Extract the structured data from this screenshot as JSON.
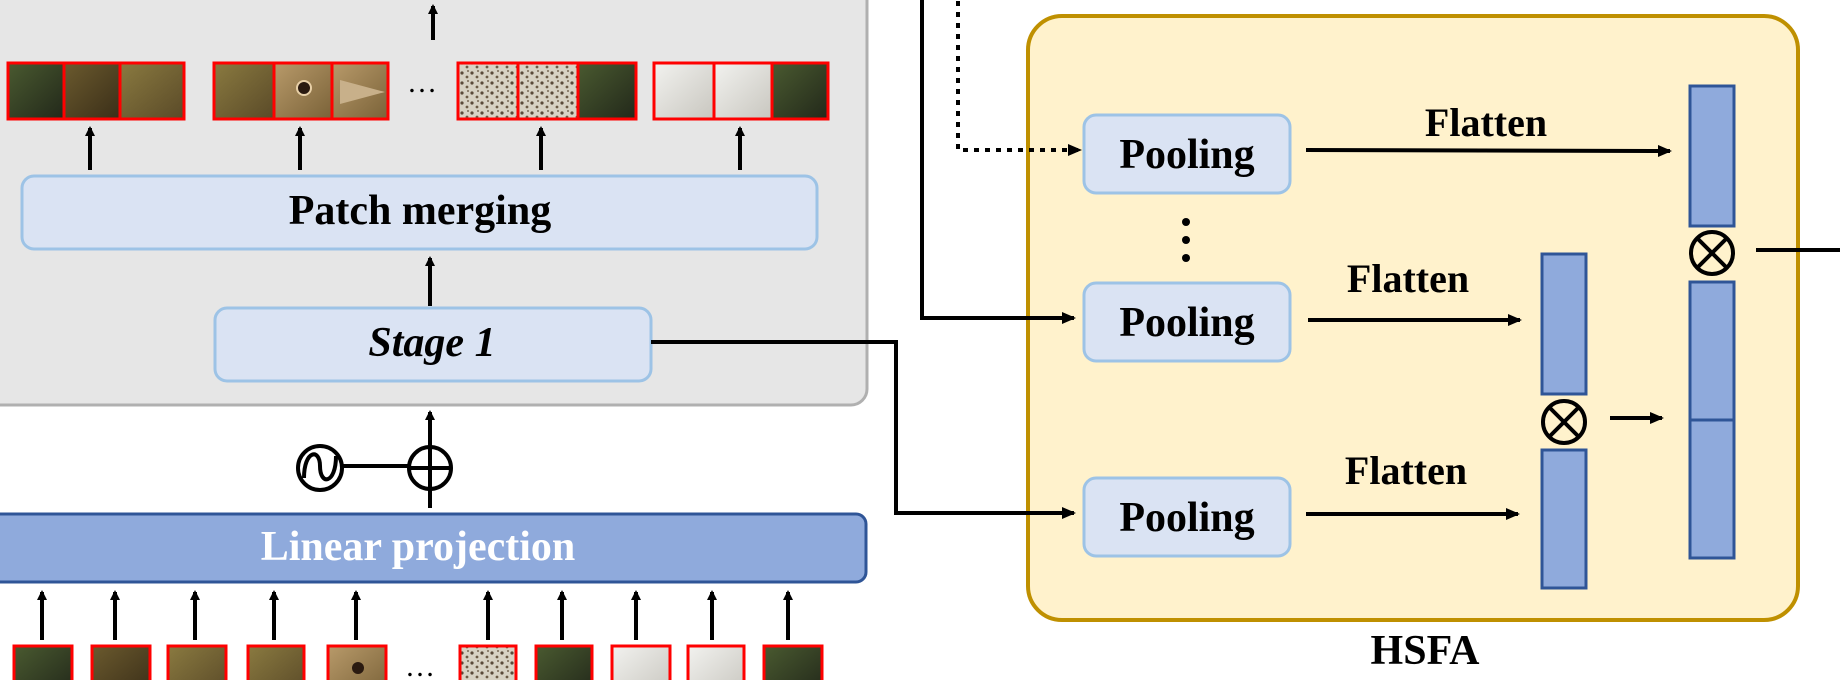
{
  "labels": {
    "patch_merging": "Patch merging",
    "stage1": "Stage 1",
    "linear_projection": "Linear projection",
    "hsfa": "HSFA",
    "pooling_top": "Pooling",
    "pooling_mid": "Pooling",
    "pooling_bot": "Pooling",
    "flatten_top": "Flatten",
    "flatten_mid": "Flatten",
    "flatten_bot": "Flatten",
    "ellipsis_top": "…",
    "ellipsis_bottom": "…"
  },
  "colors": {
    "stage_panel_fill": "#e6e6e6",
    "stage_panel_border": "#b0b0b0",
    "light_box_fill": "#dae3f3",
    "light_box_border": "#9dc3e6",
    "linear_fill": "#8faadc",
    "linear_border": "#2f5597",
    "hsfa_fill": "#fff2cc",
    "hsfa_border": "#bf9000",
    "vector_fill": "#8faadc",
    "vector_border": "#2f5597",
    "patch_border": "#ff0000",
    "arrow": "#000000"
  },
  "icons": {
    "activation": "sine-in-circle-icon",
    "add": "circle-plus-icon",
    "concat": "circle-times-icon"
  }
}
